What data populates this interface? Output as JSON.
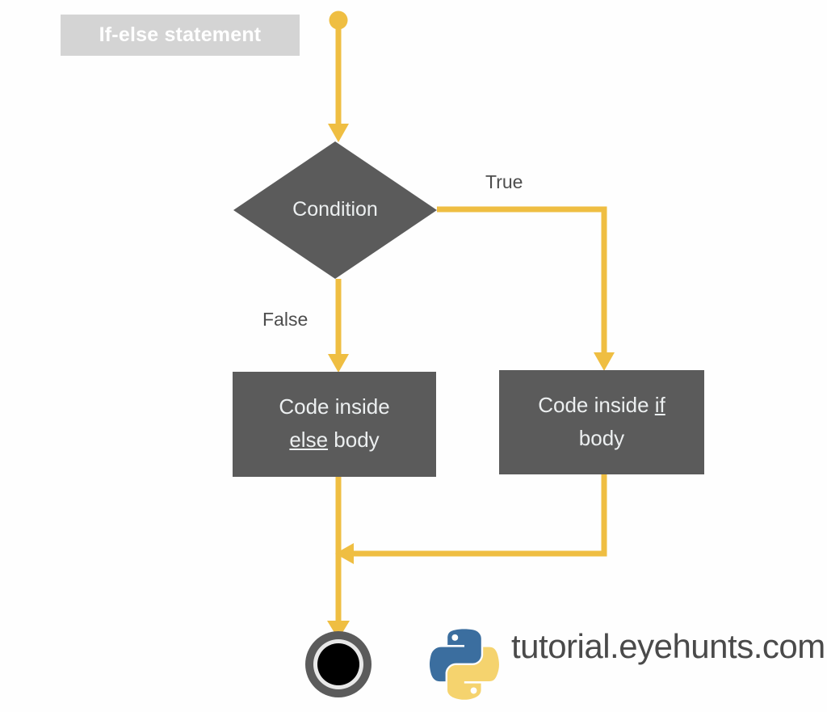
{
  "diagram": {
    "title": "If-else statement",
    "type": "flowchart",
    "background_color": "#fefefe",
    "accent_color": "#efbe42",
    "node_fill_color": "#5b5b5b",
    "node_text_color": "#eceff0",
    "title_chip_color": "#d4d4d4",
    "label_text_color": "#4d4d4d"
  },
  "nodes": {
    "start": {
      "name": "start-node",
      "shape": "filled-circle"
    },
    "condition": {
      "label": "Condition",
      "shape": "diamond"
    },
    "else_body": {
      "line1": "Code inside",
      "keyword": "else",
      "line2_suffix": " body",
      "shape": "rectangle"
    },
    "if_body": {
      "line1_prefix": "Code inside ",
      "keyword": "if",
      "line2": "body",
      "shape": "rectangle"
    },
    "end": {
      "name": "end-node",
      "shape": "bullseye-circle"
    }
  },
  "edges": {
    "true_label": "True",
    "false_label": "False"
  },
  "footer": {
    "brand_text": "tutorial.eyehunts.com",
    "logo_name": "python-logo",
    "logo_colors": {
      "blue": "#3c6e9f",
      "yellow": "#f6d playful"
    }
  },
  "logo_colors": {
    "blue": "#3b6e9f",
    "yellow": "#f5d36e"
  }
}
